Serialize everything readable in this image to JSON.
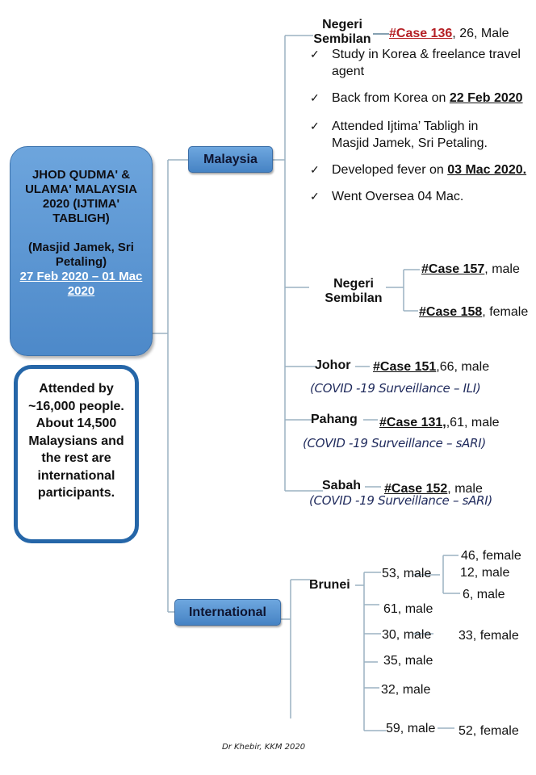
{
  "event": {
    "title": "JHOD QUDMA' & ULAMA' MALAYSIA 2020 (IJTIMA' TABLIGH)",
    "venue": "(Masjid Jamek, Sri Petaling)",
    "dates": "27 Feb 2020 – 01 Mac 2020"
  },
  "attendance_note": "Attended by ~16,000 people. About 14,500 Malaysians and the rest are international participants.",
  "categories": {
    "malaysia": "Malaysia",
    "international": "International"
  },
  "malaysia": {
    "ns1": {
      "state": "Negeri Sembilan",
      "case_id": "#Case 136",
      "case_detail": ", 26, Male",
      "bullets": [
        {
          "check": "✓",
          "text": "Study in Korea & freelance travel agent",
          "bold": ""
        },
        {
          "check": "✓",
          "text": "Back from Korea on ",
          "bold": "22 Feb 2020"
        },
        {
          "check": "✓",
          "text": "Attended Ijtima’ Tabligh in Masjid Jamek, Sri Petaling.",
          "bold": ""
        },
        {
          "check": "✓",
          "text": "Developed fever on ",
          "bold": "03 Mac 2020."
        },
        {
          "check": "✓",
          "text": "Went Oversea 04 Mac.",
          "bold": ""
        }
      ]
    },
    "ns2": {
      "state": "Negeri Sembilan",
      "cases": [
        {
          "id": "#Case 157",
          "detail": ", male"
        },
        {
          "id": "#Case 158",
          "detail": ", female"
        }
      ]
    },
    "johor": {
      "state": "Johor",
      "case_id": "#Case 151",
      "case_detail": ",66, male",
      "surveillance": "(COVID -19 Surveillance – ILI)"
    },
    "pahang": {
      "state": "Pahang",
      "case_id": "#Case 131,",
      "case_detail": ",61, male",
      "surveillance": "(COVID -19 Surveillance – sARI)"
    },
    "sabah": {
      "state": "Sabah",
      "case_id": "#Case 152",
      "case_detail": ", male",
      "surveillance": "(COVID -19 Surveillance – sARI)"
    }
  },
  "international": {
    "country": "Brunei",
    "cases": [
      {
        "label": "53, male",
        "contacts": [
          "46, female",
          "12, male",
          "6, male"
        ]
      },
      {
        "label": "61, male",
        "contacts": []
      },
      {
        "label": "30, male",
        "contacts": [
          "33, female"
        ]
      },
      {
        "label": "35, male",
        "contacts": []
      },
      {
        "label": "32, male",
        "contacts": []
      },
      {
        "label": "59, male",
        "contacts": [
          "52, female"
        ]
      }
    ]
  },
  "footer": "Dr Khebir, KKM 2020",
  "colors": {
    "connector": "#8fa9ba",
    "connector_dark": "#3f6f8f",
    "box_blue": "#4d89c9",
    "border_blue": "#2566a8",
    "case_red": "#b52025"
  }
}
